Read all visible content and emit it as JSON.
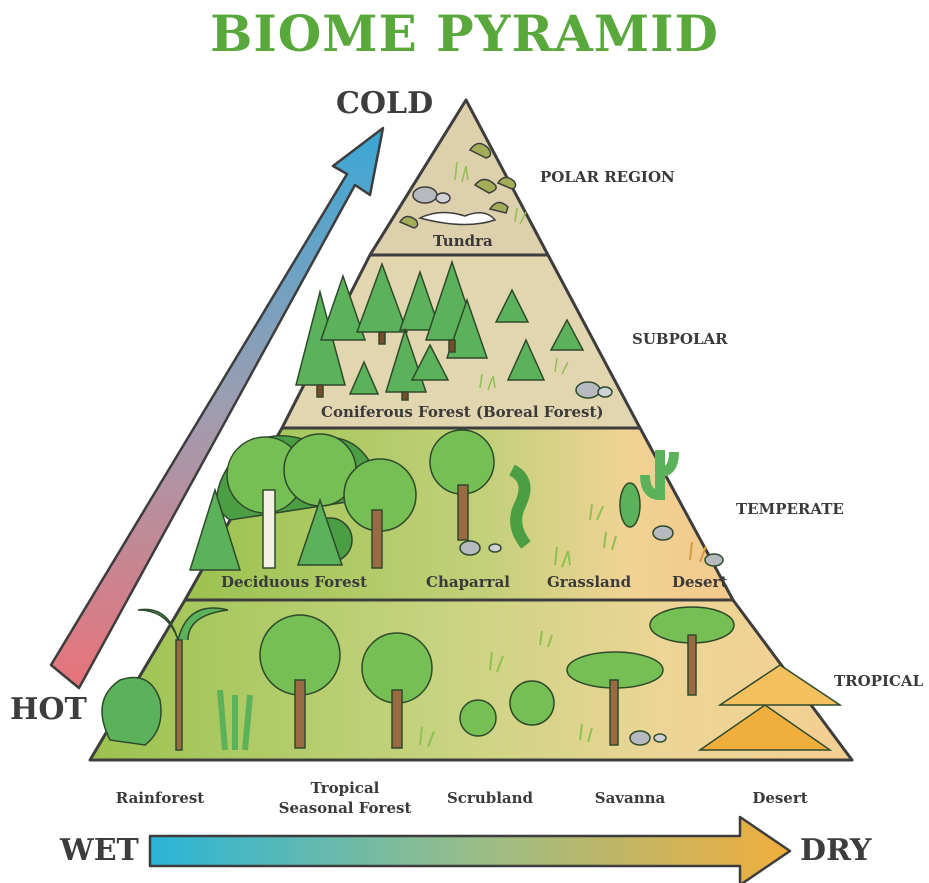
{
  "title": "BIOME PYRAMID",
  "axes": {
    "cold": "COLD",
    "hot": "HOT",
    "wet": "WET",
    "dry": "DRY"
  },
  "zones": {
    "polar": "POLAR REGION",
    "subpolar": "SUBPOLAR",
    "temperate": "TEMPERATE",
    "tropical": "TROPICAL"
  },
  "biomes": {
    "tundra": "Tundra",
    "coniferous": "Coniferous Forest (Boreal Forest)",
    "deciduous": "Deciduous Forest",
    "chaparral": "Chaparral",
    "grassland": "Grassland",
    "desert_temperate": "Desert"
  },
  "tropical_biomes": {
    "rainforest": "Rainforest",
    "seasonal_line1": "Tropical",
    "seasonal_line2": "Seasonal Forest",
    "scrubland": "Scrubland",
    "savanna": "Savanna",
    "desert": "Desert"
  },
  "colors": {
    "title": "#58a83c",
    "hot": "#e8737a",
    "cold": "#3aa7d6",
    "wet": "#2ab5d8",
    "dry": "#f0ae3d"
  }
}
